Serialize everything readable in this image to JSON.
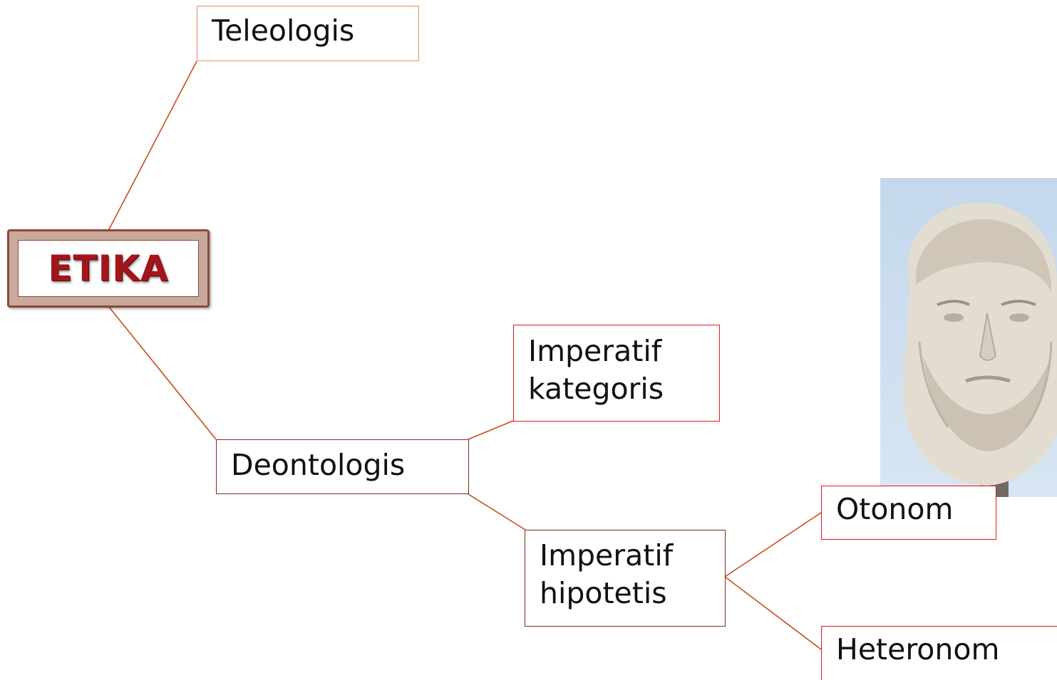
{
  "root": {
    "label": "ETIKA"
  },
  "nodes": {
    "teleologis": "Teleologis",
    "deontologis": "Deontologis",
    "imperatif_kategoris": [
      "Imperatif",
      "kategoris"
    ],
    "imperatif_hipotetis": [
      "Imperatif",
      "hipotetis"
    ],
    "otonom": "Otonom",
    "heteronom": "Heteronom"
  },
  "colors": {
    "accent": "#cc4a1a",
    "root_text": "#a3151a",
    "box_red": "#e0191c",
    "box_dark": "#7a2e1e"
  },
  "image": {
    "subject": "marble-philosopher-bust"
  }
}
